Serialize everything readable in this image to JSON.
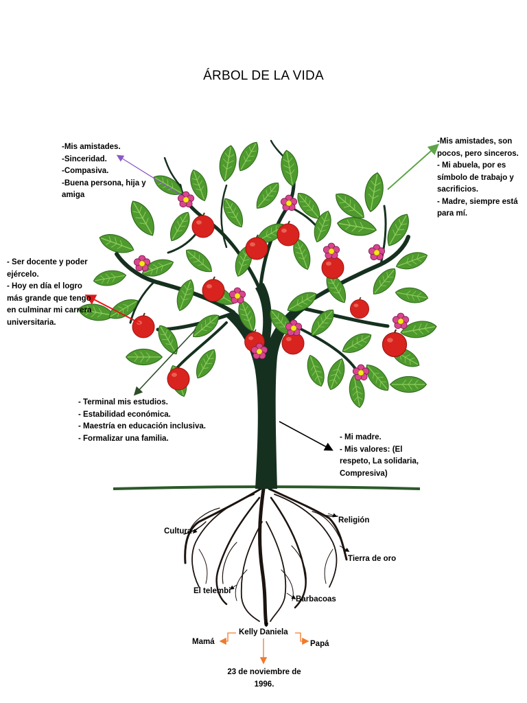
{
  "title": "ÁRBOL DE LA VIDA",
  "notes": {
    "top_left": [
      "-Mis amistades.",
      "-Sinceridad.",
      "-Compasiva.",
      "-Buena persona, hija y amiga"
    ],
    "top_right": [
      "-Mis amistades, son pocos, pero sinceros.",
      "- Mi abuela, por es símbolo de trabajo y sacrificios.",
      "- Madre, siempre está para mí."
    ],
    "mid_left": [
      "- Ser docente y poder ejércelo.",
      "- Hoy en día el logro más grande que tengo en culminar mi carrera universitaria."
    ],
    "bottom_left": [
      "- Terminal mis estudios.",
      "- Estabilidad económica.",
      "- Maestría en educación inclusiva.",
      "- Formalizar una familia."
    ],
    "bottom_right": [
      "- Mi madre.",
      "- Mis valores: (El respeto, La solidaria, Compresiva)"
    ]
  },
  "roots": {
    "cultura": "Cultura",
    "religion": "Religión",
    "tierra": "Tierra de oro",
    "telembi": "El telembi",
    "barbacoas": "Barbacoas"
  },
  "family": {
    "name": "Kelly Daniela",
    "mama": "Mamá",
    "papa": "Papá",
    "birth": "23 de noviembre de 1996."
  },
  "colors": {
    "leaf": "#4f9a2f",
    "leaf_light": "#7cc04a",
    "trunk": "#16301f",
    "apple": "#d8231e",
    "flower": "#d9458f",
    "flower_center": "#f6e617",
    "arrow_purple": "#8a58c8",
    "arrow_green": "#5ea548",
    "arrow_red": "#e01818",
    "arrow_dark": "#2e4d28",
    "arrow_black": "#000000",
    "arrow_orange": "#f07a2a"
  }
}
